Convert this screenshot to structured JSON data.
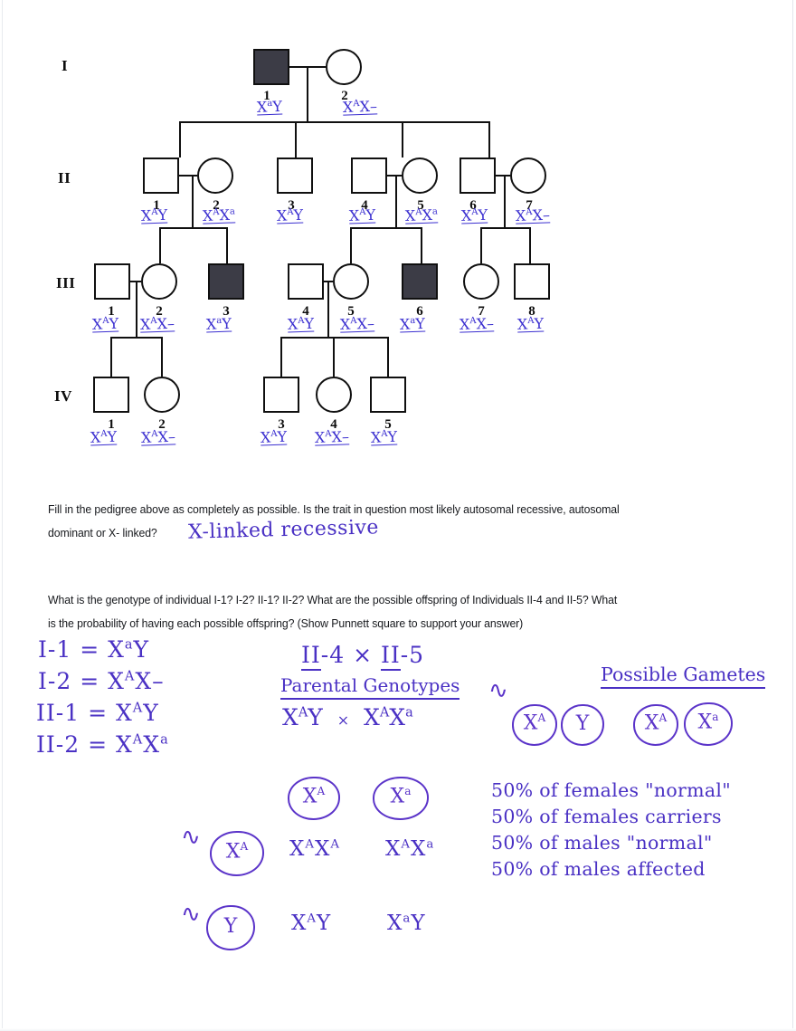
{
  "document": {
    "type": "pedigree-genetics-worksheet",
    "ink_color": "#4a31c4",
    "line_color": "#101010"
  },
  "pedigree": {
    "generation_labels": [
      "I",
      "II",
      "III",
      "IV"
    ],
    "generations": {
      "I": [
        {
          "id": "1",
          "sex": "male",
          "affected": true,
          "genotype_x": "X",
          "genotype_sup": "a",
          "genotype_rest": "Y",
          "genotype_text": "X a Y"
        },
        {
          "id": "2",
          "sex": "female",
          "affected": false,
          "genotype_x": "X",
          "genotype_sup": "A",
          "genotype_rest": "X-",
          "genotype_text": "X A X -"
        }
      ],
      "II": [
        {
          "id": "1",
          "sex": "male",
          "affected": false,
          "genotype_text": "X A Y"
        },
        {
          "id": "2",
          "sex": "female",
          "affected": false,
          "genotype_text": "X A X a"
        },
        {
          "id": "3",
          "sex": "male",
          "affected": false,
          "genotype_text": "X A Y"
        },
        {
          "id": "4",
          "sex": "male",
          "affected": false,
          "genotype_text": "X A Y"
        },
        {
          "id": "5",
          "sex": "female",
          "affected": false,
          "genotype_text": "X A X a"
        },
        {
          "id": "6",
          "sex": "male",
          "affected": false,
          "genotype_text": "X A Y"
        },
        {
          "id": "7",
          "sex": "female",
          "affected": false,
          "genotype_text": "X A X -"
        }
      ],
      "III": [
        {
          "id": "1",
          "sex": "male",
          "affected": false,
          "genotype_text": "X A Y"
        },
        {
          "id": "2",
          "sex": "female",
          "affected": false,
          "genotype_text": "X A X -"
        },
        {
          "id": "3",
          "sex": "male",
          "affected": true,
          "genotype_text": "X a Y"
        },
        {
          "id": "4",
          "sex": "male",
          "affected": false,
          "genotype_text": "X A Y"
        },
        {
          "id": "5",
          "sex": "female",
          "affected": false,
          "genotype_text": "X A X -"
        },
        {
          "id": "6",
          "sex": "male",
          "affected": true,
          "genotype_text": "X a Y"
        },
        {
          "id": "7",
          "sex": "female",
          "affected": false,
          "genotype_text": "X A X -"
        },
        {
          "id": "8",
          "sex": "male",
          "affected": false,
          "genotype_text": "X A Y"
        }
      ],
      "IV": [
        {
          "id": "1",
          "sex": "male",
          "affected": false,
          "genotype_text": "X A Y"
        },
        {
          "id": "2",
          "sex": "female",
          "affected": false,
          "genotype_text": "X A X -"
        },
        {
          "id": "3",
          "sex": "male",
          "affected": false,
          "genotype_text": "X A Y"
        },
        {
          "id": "4",
          "sex": "female",
          "affected": false,
          "genotype_text": "X A X -"
        },
        {
          "id": "5",
          "sex": "male",
          "affected": false,
          "genotype_text": "X A Y"
        }
      ]
    }
  },
  "questions": {
    "q1_line1": "Fill in the pedigree above as completely as possible.  Is the trait in question most likely autosomal recessive, autosomal",
    "q1_line2": "dominant or X- linked?",
    "q1_answer": "X-linked recessive",
    "q2_line1": "What is the genotype of individual I-1?  I-2?  II-1? II-2?  What are the possible offspring of Individuals II-4 and II-5?  What",
    "q2_line2": "is the probability of having each possible offspring? (Show Punnett square to support your answer)"
  },
  "answers": {
    "genotype_list": [
      {
        "label": "I-1",
        "eq": "=",
        "value": "X a Y"
      },
      {
        "label": "I-2",
        "eq": "=",
        "value": "X A X -"
      },
      {
        "label": "II-1",
        "eq": "=",
        "value": "X A Y"
      },
      {
        "label": "II-2",
        "eq": "=",
        "value": "X A X a"
      }
    ],
    "cross_title": "II-4 × II-5",
    "parental_heading": "Parental Genotypes",
    "parental_cross": "X A Y × X A X a",
    "gametes_heading": "Possible Gametes",
    "gametes_father": [
      "X A",
      "Y"
    ],
    "gametes_mother": [
      "X A",
      "X a"
    ],
    "punnett": {
      "top_headers": [
        "X A",
        "X a"
      ],
      "side_headers": [
        "X A",
        "Y"
      ],
      "cells": [
        [
          "X A X A",
          "X A X a"
        ],
        [
          "X A Y",
          "X a Y"
        ]
      ]
    },
    "conclusions": [
      "50% of females \"normal\"",
      "50% of females carriers",
      "50% of males \"normal\"",
      "50% of males affected"
    ]
  }
}
